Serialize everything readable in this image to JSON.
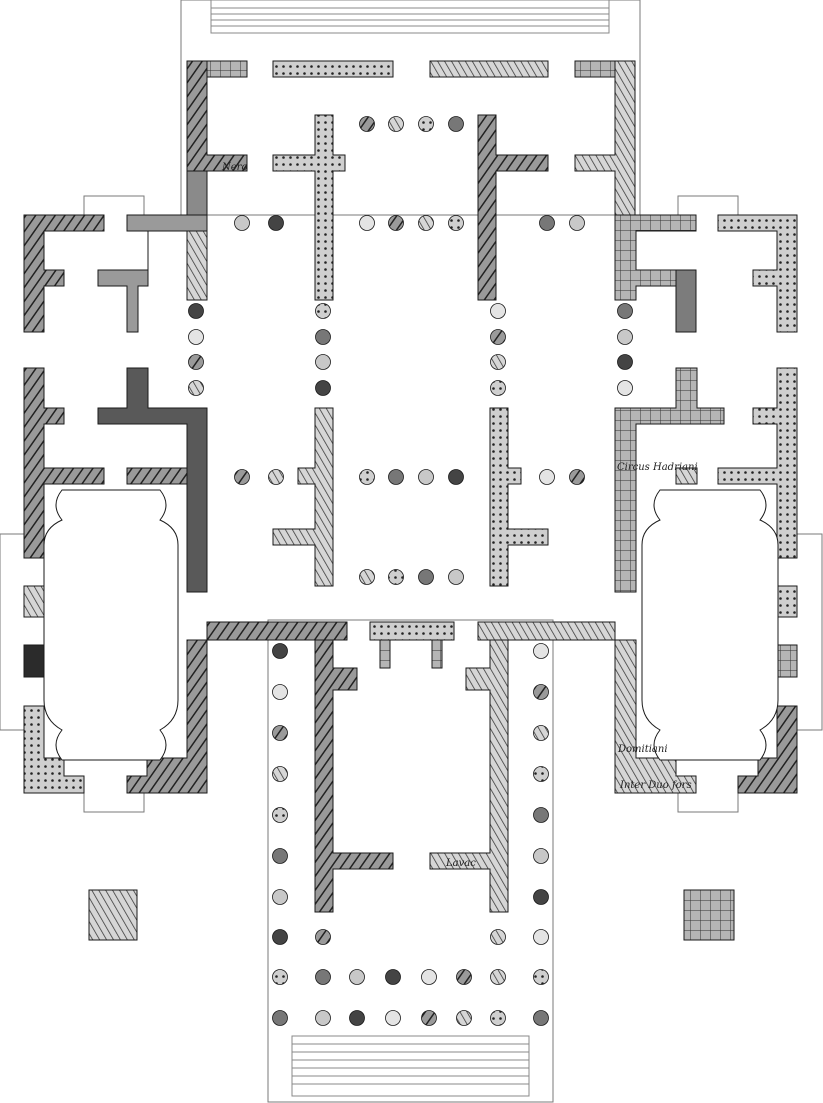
{
  "plan": {
    "map_labels": [
      "Nero",
      "Circus Hadriani",
      "Domitiani",
      "Inter Duo fors",
      "Lavac"
    ],
    "colors": {
      "paper": "#ffffff",
      "outline": "#7a7a7a",
      "wall_dark": "#2b2b2b",
      "wall_mid": "#6e6e6e",
      "wall_light": "#bdbdbd",
      "hatch": "#111111"
    },
    "icons": [
      "floor-plan",
      "column",
      "staircase"
    ]
  }
}
